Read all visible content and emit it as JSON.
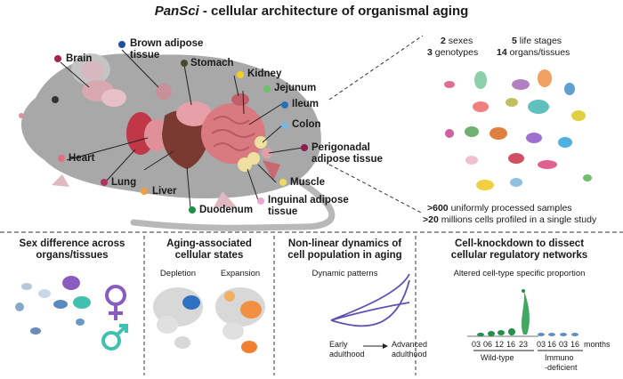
{
  "title": {
    "prefix": "PanSci",
    "rest": " - cellular architecture of organismal aging"
  },
  "organs": {
    "brain": "Brain",
    "brown_adipose": "Brown adipose\ntissue",
    "stomach": "Stomach",
    "kidney": "Kidney",
    "jejunum": "Jejunum",
    "ileum": "Ileum",
    "colon": "Colon",
    "perigonadal": "Perigonadal\nadipose tissue",
    "muscle": "Muscle",
    "inguinal": "Inguinal adipose\ntissue",
    "duodenum": "Duodenum",
    "liver": "Liver",
    "lung": "Lung",
    "heart": "Heart"
  },
  "organ_colors": {
    "brain": "#a8234a",
    "brown_adipose": "#1f4fa0",
    "stomach": "#4a4a2a",
    "kidney": "#f0d020",
    "jejunum": "#6cc070",
    "ileum": "#2a70b8",
    "colon": "#78b8e0",
    "perigonadal": "#8a1e4e",
    "muscle": "#f0dc60",
    "inguinal": "#e8a8d0",
    "duodenum": "#20904a",
    "liver": "#f0a040",
    "lung": "#b03060",
    "heart": "#e07080"
  },
  "stats": {
    "sexes_n": "2",
    "sexes_label": "sexes",
    "stages_n": "5",
    "stages_label": "life stages",
    "genotypes_n": "3",
    "genotypes_label": "genotypes",
    "organs_n": "14",
    "organs_label": "organs/tissues",
    "samples_n": ">600",
    "samples_label": "uniformly processed samples",
    "cells_n": ">20",
    "cells_label": "millions cells profiled in a single study"
  },
  "panels": {
    "sex": {
      "title": "Sex difference across\norgans/tissues"
    },
    "aging": {
      "title": "Aging-associated\ncellular states",
      "depletion": "Depletion",
      "expansion": "Expansion"
    },
    "dynamics": {
      "title": "Non-linear dynamics of\ncell population in aging",
      "subtitle": "Dynamic patterns",
      "early": "Early\nadulthood",
      "advanced": "Advanced\nadulthood"
    },
    "knockdown": {
      "title": "Cell-knockdown to dissect\ncellular regulatory networks",
      "subtitle": "Altered cell-type specific proportion",
      "wt_ticks": [
        "03",
        "06",
        "12",
        "16",
        "23"
      ],
      "imm_ticks": [
        "03",
        "16",
        "03",
        "16"
      ],
      "months": "months",
      "wild_type": "Wild-type",
      "immuno": "Immuno\n-deficient"
    }
  },
  "symbols": {
    "female_color": "#8a5cc0",
    "male_color": "#40c0b0"
  }
}
